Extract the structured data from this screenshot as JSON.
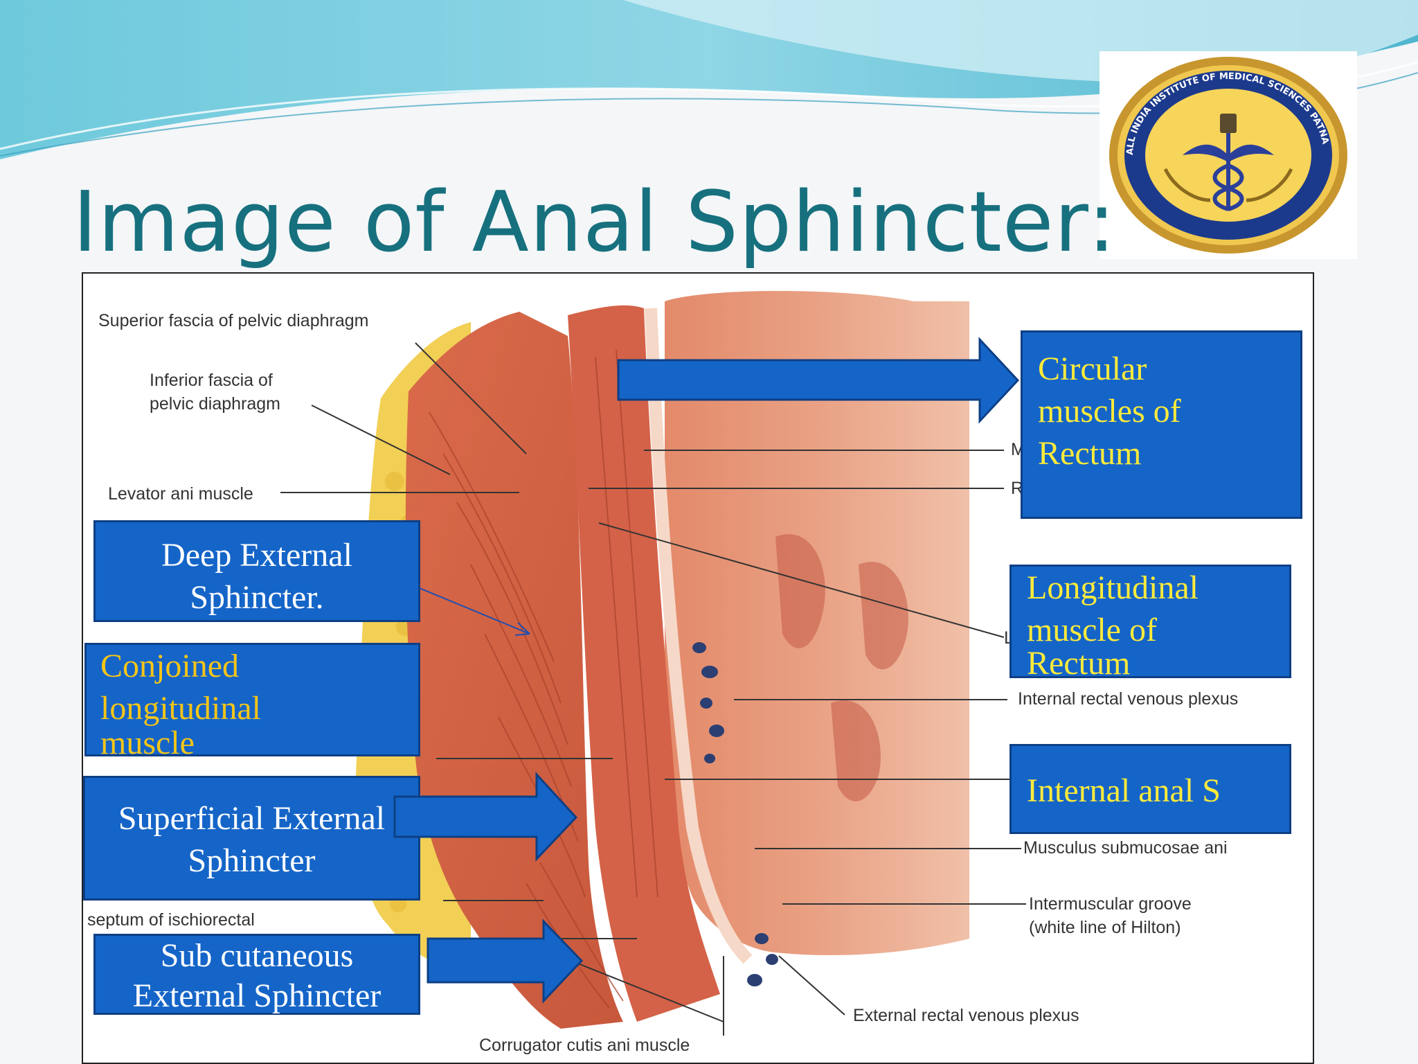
{
  "slide": {
    "title": "Image of Anal Sphincter:",
    "colors": {
      "title": "#17707e",
      "box_fill": "#1565c8",
      "box_border": "#0d3f85",
      "yellow_text": "#ffeb3b",
      "gold_text": "#f5c518",
      "white_text": "#ffffff"
    }
  },
  "logo": {
    "ring_text": "ALL INDIA INSTITUTE OF MEDICAL SCIENCES PATNA",
    "icon": "caduceus-emblem-icon"
  },
  "figure": {
    "labels": {
      "superior_fascia": "Superior fascia of pelvic diaphragm",
      "inferior_fascia_1": "Inferior fascia of",
      "inferior_fascia_2": "pelvic diaphragm",
      "levator_ani": "Levator ani muscle",
      "internal_rectal_plexus": "Internal rectal venous plexus",
      "submucosae": "Musculus submucosae ani",
      "intermuscular_groove_1": "Intermuscular groove",
      "intermuscular_groove_2": "(white line of Hilton)",
      "septum": "septum of ischiorectal",
      "external_rectal_plexus": "External rectal venous plexus",
      "corrugator": "Corrugator cutis ani muscle",
      "partial_m": "M",
      "partial_r": "R",
      "partial_l": "L"
    }
  },
  "callouts": {
    "circular": [
      "Circular",
      "muscles of",
      "Rectum"
    ],
    "longitudinal": [
      "Longitudinal",
      "muscle  of",
      "Rectum"
    ],
    "internal_anal": "Internal anal S",
    "deep_external": [
      "Deep   External",
      "Sphincter."
    ],
    "conjoined": [
      "Conjoined",
      "longitudinal",
      "muscle"
    ],
    "superficial_external": [
      "Superficial External",
      "Sphincter"
    ],
    "subcutaneous_external": [
      "Sub cutaneous",
      "External Sphincter"
    ]
  }
}
